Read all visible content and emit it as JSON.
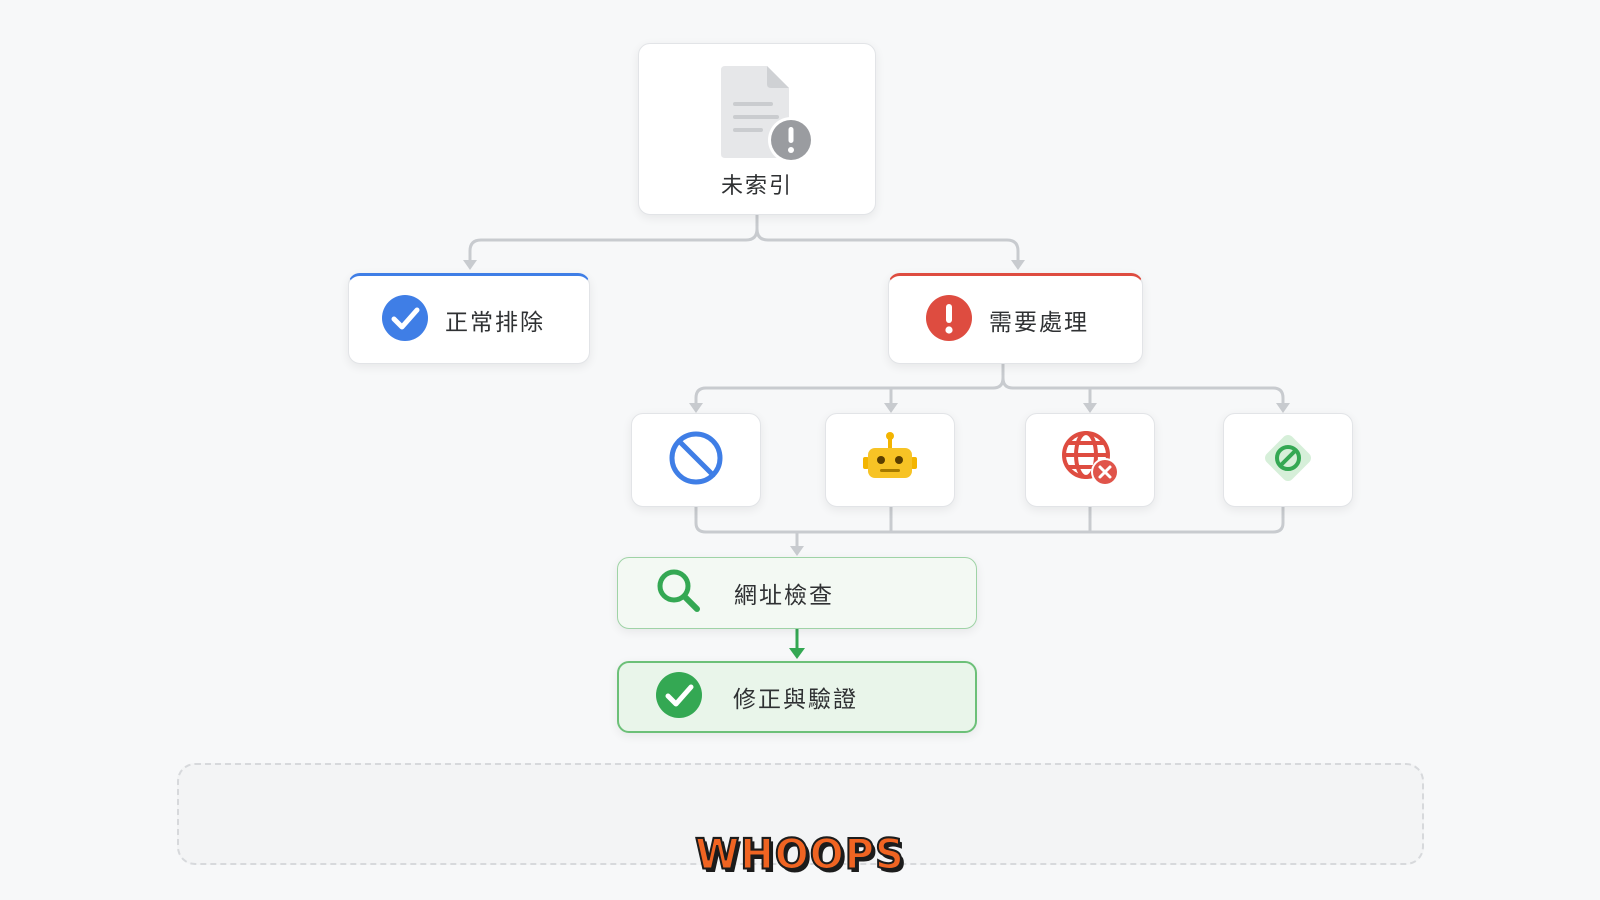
{
  "root": {
    "label": "未索引",
    "icon": "document-warning-icon"
  },
  "branches": {
    "normal": {
      "label": "正常排除",
      "icon": "blue-check-icon",
      "color": "#3f7ee6"
    },
    "action": {
      "label": "需要處理",
      "icon": "red-exclamation-icon",
      "color": "#de4c40"
    }
  },
  "causes": [
    {
      "icon": "blocked-icon",
      "color": "#3f7ee6"
    },
    {
      "icon": "robot-icon",
      "color": "#f3b400"
    },
    {
      "icon": "globe-error-icon",
      "color": "#de4c40"
    },
    {
      "icon": "noindex-diamond-icon",
      "color": "#34a853"
    }
  ],
  "steps": [
    {
      "label": "網址檢查",
      "icon": "magnifier-icon"
    },
    {
      "label": "修正與驗證",
      "icon": "green-check-icon"
    }
  ],
  "watermark": {
    "text": "WHOOPS"
  },
  "colors": {
    "connector": "#c8cbcf",
    "success": "#34a853",
    "brand_blue": "#3f7ee6",
    "brand_red": "#de4c40"
  }
}
